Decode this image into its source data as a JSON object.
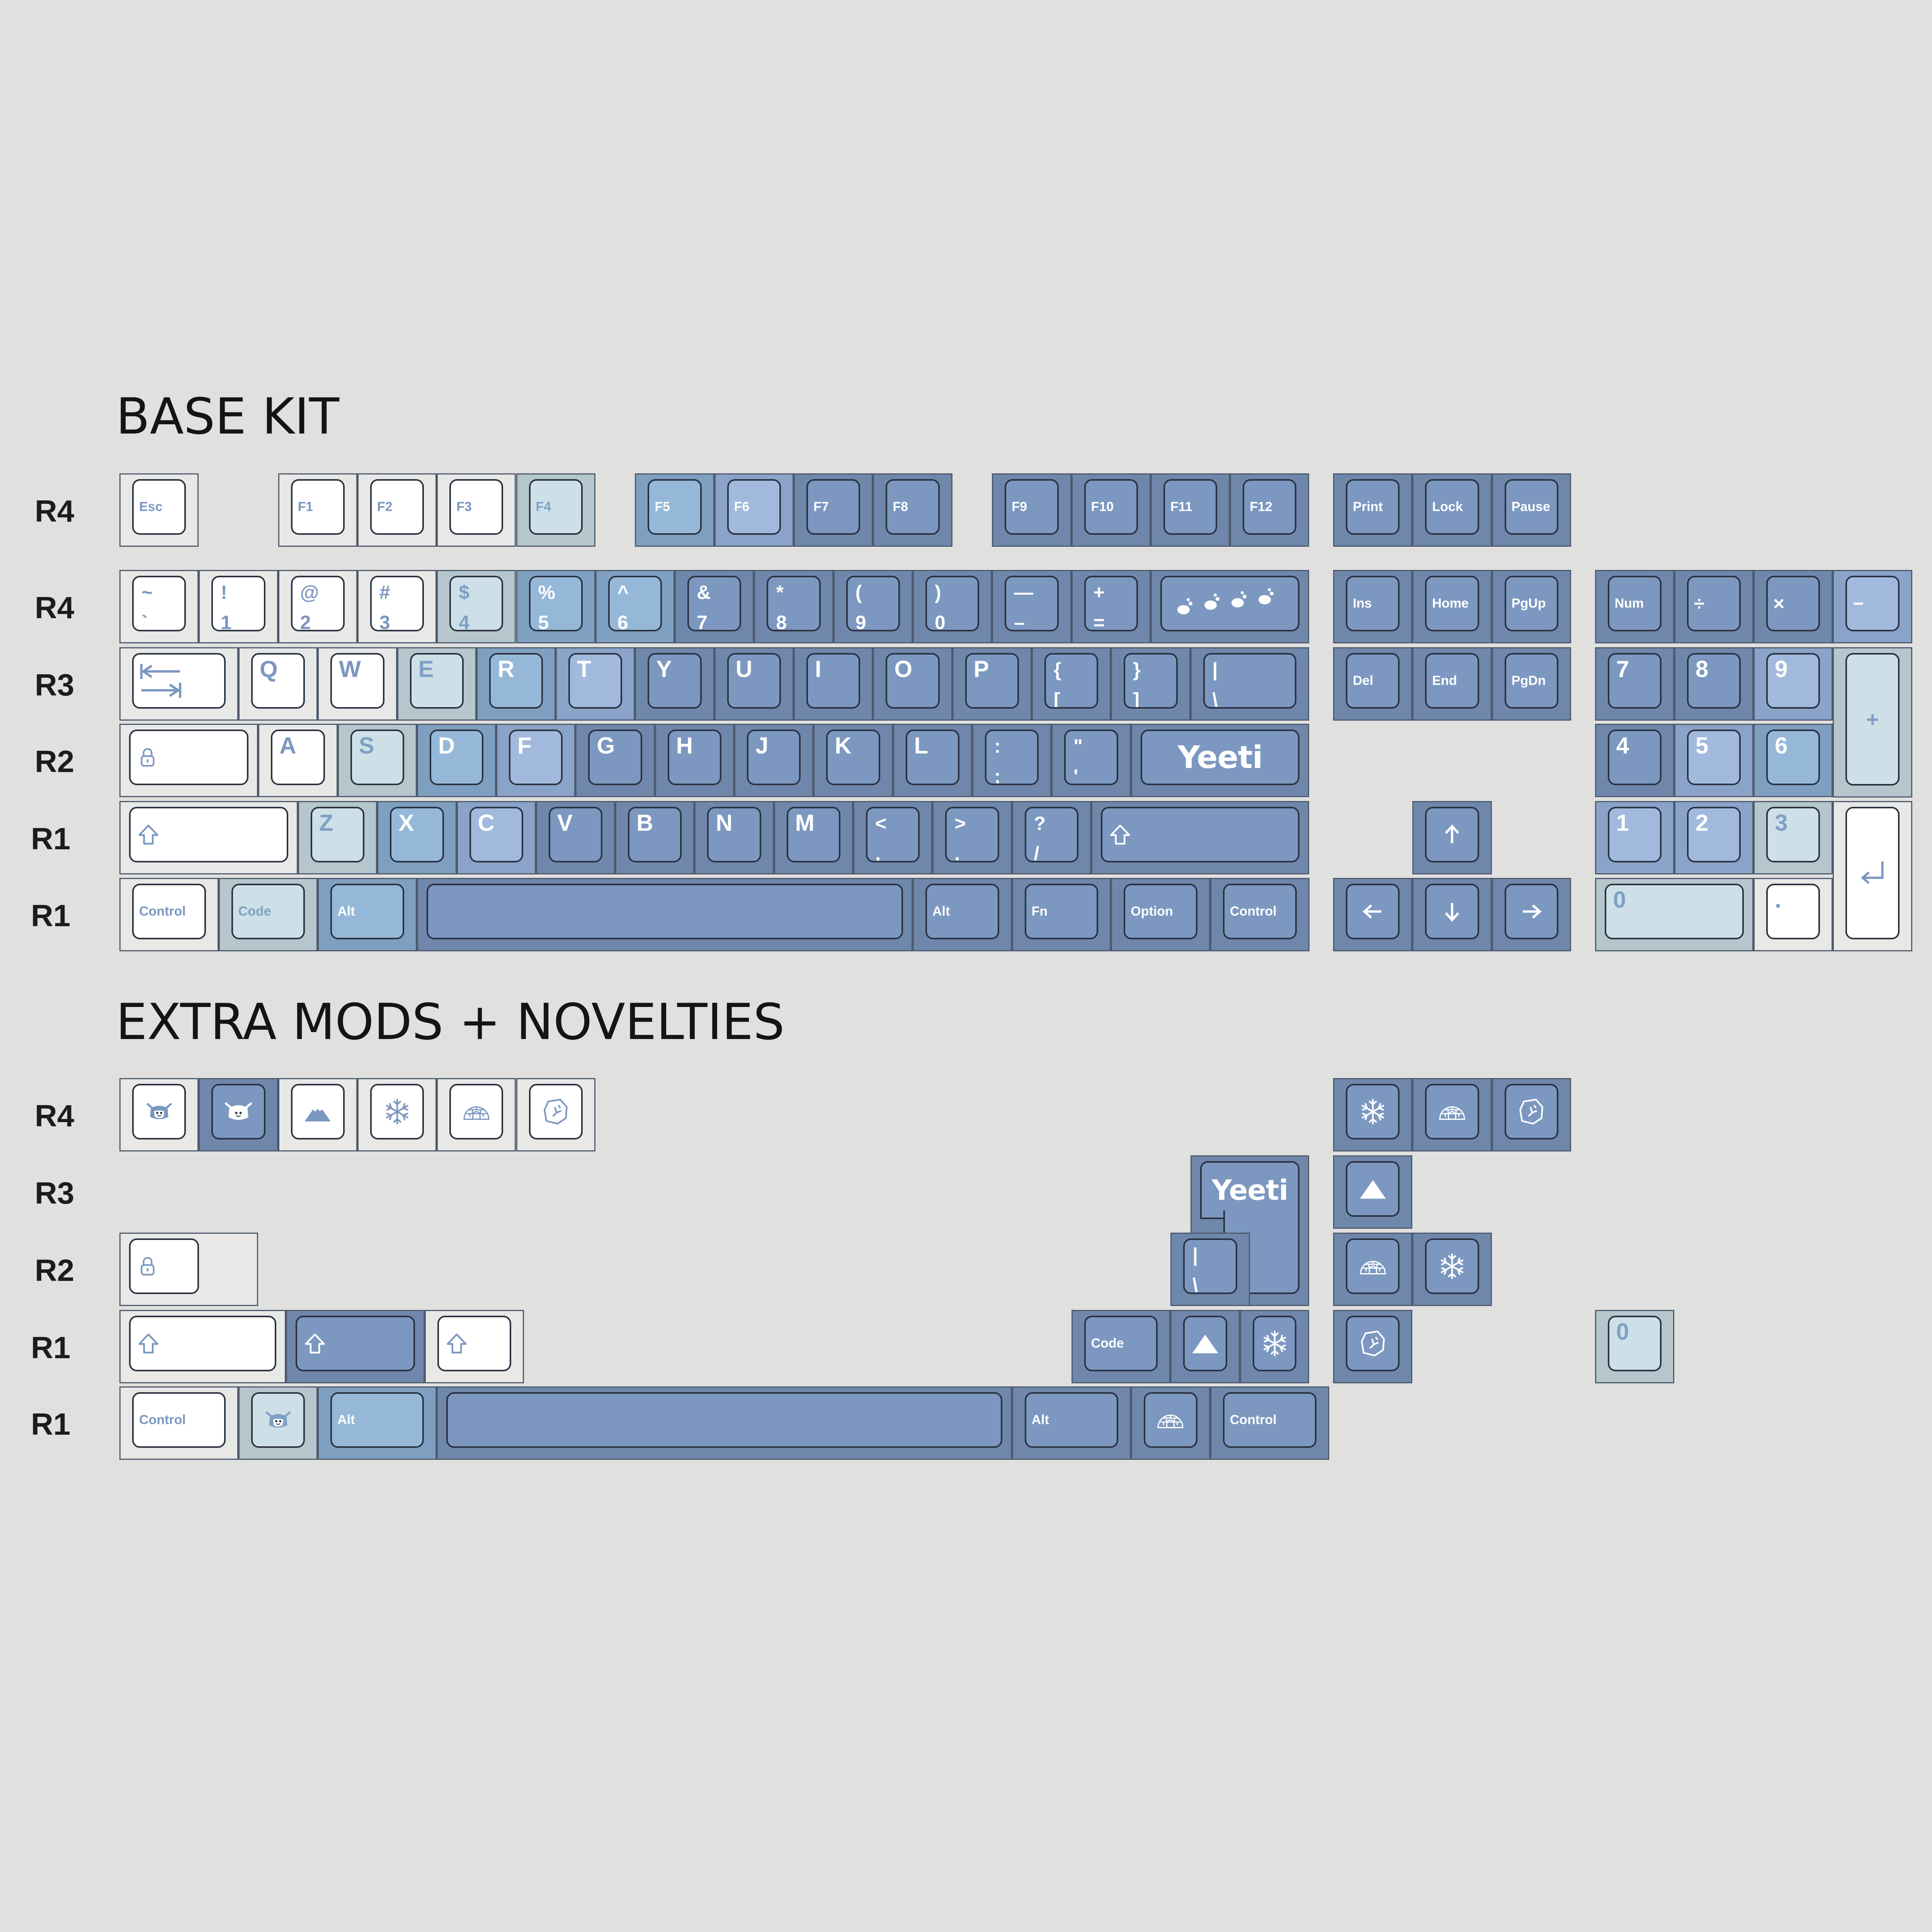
{
  "sections": {
    "base_title": "BASE KIT",
    "extra_title": "EXTRA MODS + NOVELTIES"
  },
  "row_labels": {
    "base": [
      "R4",
      "R4",
      "R3",
      "R2",
      "R1",
      "R1"
    ],
    "extra": [
      "R4",
      "R3",
      "R2",
      "R1",
      "R1"
    ]
  },
  "colors": {
    "background": "#e0e0df",
    "white_key": "#ffffff",
    "light_blue_key": "#cde0e8",
    "sky_blue_key": "#96b8d8",
    "periwinkle_key": "#a1b9dc",
    "steel_blue_key": "#7c98c0",
    "legend_blue": "#7b97c0"
  },
  "function_row": {
    "esc": "Esc",
    "f": [
      "F1",
      "F2",
      "F3",
      "F4",
      "F5",
      "F6",
      "F7",
      "F8",
      "F9",
      "F10",
      "F11",
      "F12"
    ],
    "nav": [
      "Print",
      "Lock",
      "Pause"
    ]
  },
  "number_row": {
    "keys": [
      {
        "top": "~",
        "bottom": "`"
      },
      {
        "top": "!",
        "bottom": "1"
      },
      {
        "top": "@",
        "bottom": "2"
      },
      {
        "top": "#",
        "bottom": "3"
      },
      {
        "top": "$",
        "bottom": "4"
      },
      {
        "top": "%",
        "bottom": "5"
      },
      {
        "top": "^",
        "bottom": "6"
      },
      {
        "top": "&",
        "bottom": "7"
      },
      {
        "top": "*",
        "bottom": "8"
      },
      {
        "top": "(",
        "bottom": "9"
      },
      {
        "top": ")",
        "bottom": "0"
      },
      {
        "top": "—",
        "bottom": "–"
      },
      {
        "top": "+",
        "bottom": "="
      }
    ],
    "nav": [
      "Ins",
      "Home",
      "PgUp"
    ],
    "numpad": [
      "Num",
      "÷",
      "×",
      "−"
    ]
  },
  "q_row": {
    "letters": [
      "Q",
      "W",
      "E",
      "R",
      "T",
      "Y",
      "U",
      "I",
      "O",
      "P"
    ],
    "brackets": [
      {
        "top": "{",
        "bottom": "["
      },
      {
        "top": "}",
        "bottom": "]"
      }
    ],
    "backslash": {
      "top": "|",
      "bottom": "\\"
    },
    "nav": [
      "Del",
      "End",
      "PgDn"
    ],
    "numpad": [
      "7",
      "8",
      "9",
      "+"
    ]
  },
  "a_row": {
    "letters": [
      "A",
      "S",
      "D",
      "F",
      "G",
      "H",
      "J",
      "K",
      "L"
    ],
    "punct": [
      {
        "top": ":",
        "bottom": ";"
      },
      {
        "top": "\"",
        "bottom": "'"
      }
    ],
    "enter": "Yeeti",
    "numpad": [
      "4",
      "5",
      "6"
    ]
  },
  "z_row": {
    "letters": [
      "Z",
      "X",
      "C",
      "V",
      "B",
      "N",
      "M"
    ],
    "punct": [
      {
        "top": "<",
        "bottom": ","
      },
      {
        "top": ">",
        "bottom": "."
      },
      {
        "top": "?",
        "bottom": "/"
      }
    ],
    "numpad": [
      "1",
      "2",
      "3"
    ]
  },
  "bottom_row": {
    "mods": [
      "Control",
      "Code",
      "Alt",
      "Alt",
      "Fn",
      "Option",
      "Control"
    ],
    "numpad": [
      "0",
      "."
    ]
  },
  "extras": {
    "yeeti": "Yeeti",
    "pipe": {
      "top": "|",
      "bottom": "\\"
    },
    "r1_mods": [
      "Code"
    ],
    "bottom_mods": [
      "Control",
      "Alt",
      "Alt",
      "Control"
    ],
    "zero": "0",
    "icons": [
      "yeti-icon",
      "yeti-icon",
      "mountain-icon",
      "snowflake-icon",
      "igloo-icon",
      "rock-icon"
    ]
  }
}
